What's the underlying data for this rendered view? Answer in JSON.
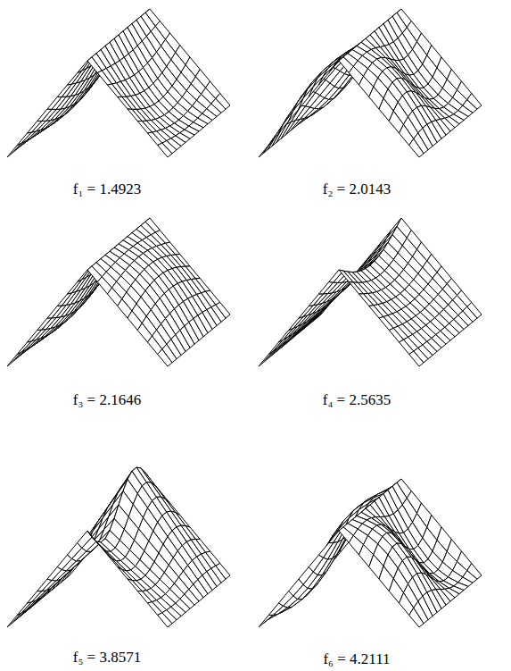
{
  "diagram": {
    "labels": [
      "f₁ = 1.4923",
      "f₂ = 2.0143",
      "f₃ = 2.1646",
      "f₄ = 2.5635",
      "f₅ = 3.8571",
      "f₆ = 4.2111"
    ]
  }
}
